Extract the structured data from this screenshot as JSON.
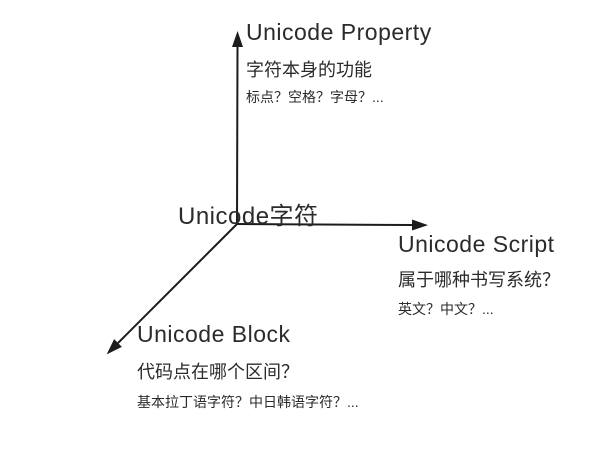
{
  "diagram": {
    "center": {
      "label": "Unicode字符"
    },
    "axes": [
      {
        "id": "property",
        "direction": "up",
        "title": "Unicode Property",
        "subtitle": "字符本身的功能",
        "detail": "标点？空格？字母？..."
      },
      {
        "id": "script",
        "direction": "right",
        "title": "Unicode Script",
        "subtitle": "属于哪种书写系统？",
        "detail": "英文？中文？..."
      },
      {
        "id": "block",
        "direction": "down-left",
        "title": "Unicode Block",
        "subtitle": "代码点在哪个区间？",
        "detail": "基本拉丁语字符？中日韩语字符？..."
      }
    ],
    "colors": {
      "line": "#1c1c1c",
      "text": "#2b2b2b",
      "background": "#ffffff"
    }
  }
}
